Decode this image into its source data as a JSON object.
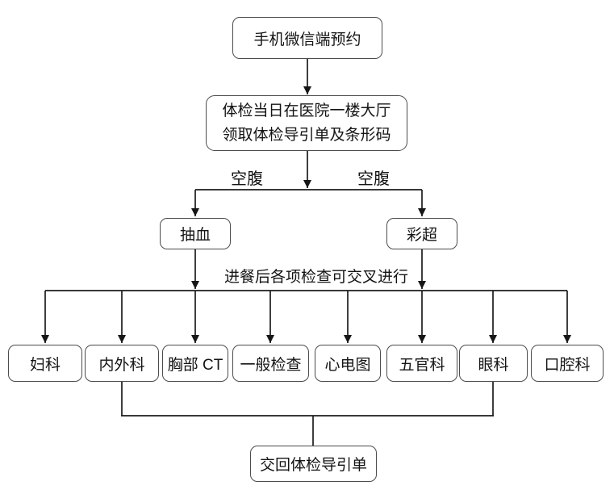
{
  "flowchart": {
    "nodes": {
      "start": "手机微信端预约",
      "checkin": [
        "体检当日在医院一楼大厅",
        "领取体检导引单及条形码"
      ],
      "blood": "抽血",
      "ultrasound": "彩超",
      "departments": [
        "妇科",
        "内外科",
        "胸部 CT",
        "一般检查",
        "心电图",
        "五官科",
        "眼科",
        "口腔科"
      ],
      "end": "交回体检导引单"
    },
    "edge_labels": {
      "fasting_left": "空腹",
      "fasting_right": "空腹",
      "note": "进餐后各项检查可交叉进行"
    },
    "colors": {
      "background": "#ffffff",
      "node_fill": "#ffffff",
      "node_border": "#4c4c4c",
      "line": "#1c1c1c",
      "text": "#141414"
    }
  }
}
